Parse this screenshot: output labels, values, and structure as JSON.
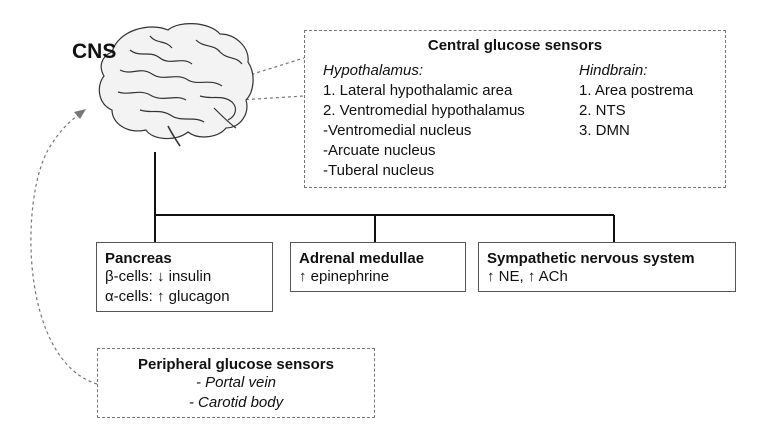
{
  "cns_label": "CNS",
  "central": {
    "title": "Central glucose sensors",
    "hypothalamus": {
      "heading": "Hypothalamus:",
      "items": [
        "1. Lateral hypothalamic area",
        "2. Ventromedial hypothalamus",
        "-Ventromedial nucleus",
        "-Arcuate nucleus",
        "-Tuberal nucleus"
      ]
    },
    "hindbrain": {
      "heading": "Hindbrain:",
      "items": [
        "1. Area postrema",
        "2. NTS",
        "3. DMN"
      ]
    }
  },
  "pancreas": {
    "title": "Pancreas",
    "lines": [
      "β-cells: ↓ insulin",
      "α-cells: ↑ glucagon"
    ]
  },
  "adrenal": {
    "title": "Adrenal medullae",
    "lines": [
      "↑ epinephrine"
    ]
  },
  "sympathetic": {
    "title": "Sympathetic nervous system",
    "lines": [
      "↑ NE, ↑ ACh"
    ]
  },
  "peripheral": {
    "title": "Peripheral glucose sensors",
    "items": [
      "- Portal vein",
      "- Carotid body"
    ]
  }
}
